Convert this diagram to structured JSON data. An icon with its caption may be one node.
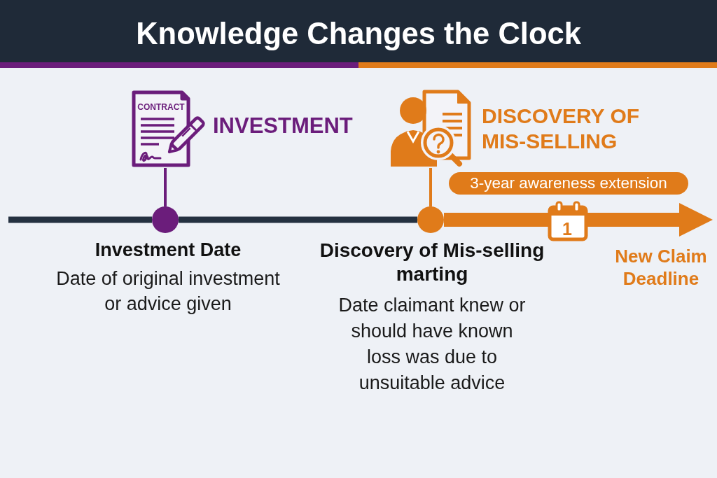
{
  "diagram": {
    "title": "Knowledge Changes the Clock",
    "nodes": [
      {
        "text": [
          "CONTRACT"
        ],
        "beside": [
          "INVESTMENT"
        ]
      },
      {
        "text": [],
        "shape": "picture",
        "beside": [
          "DISCOVERY OF MIS-SELLING"
        ]
      },
      {
        "text": [],
        "shape": "circle",
        "beside": [
          "Investment Date",
          "Date of original investment or advice given"
        ]
      },
      {
        "text": [],
        "shape": "circle",
        "beside": [
          "Discovery of Mis-selling marting",
          "Date claimant knew or should have known loss was due to unsuitable advice"
        ]
      }
    ],
    "edges": [
      {
        "from": null,
        "to": 2,
        "arrow": "none"
      },
      {
        "from": 2,
        "to": 3,
        "arrow": "none"
      },
      {
        "from": 3,
        "to": null,
        "arrow": "to",
        "label": "3-year awareness extension",
        "style": "thick",
        "color": "#e07b1a"
      },
      {
        "from": 0,
        "to": 2,
        "arrow": "none",
        "color": "#6b1d7b"
      },
      {
        "from": 1,
        "to": 3,
        "arrow": "none",
        "color": "#e07b1a"
      }
    ],
    "labels": [
      "1",
      "New Claim Deadline"
    ]
  }
}
